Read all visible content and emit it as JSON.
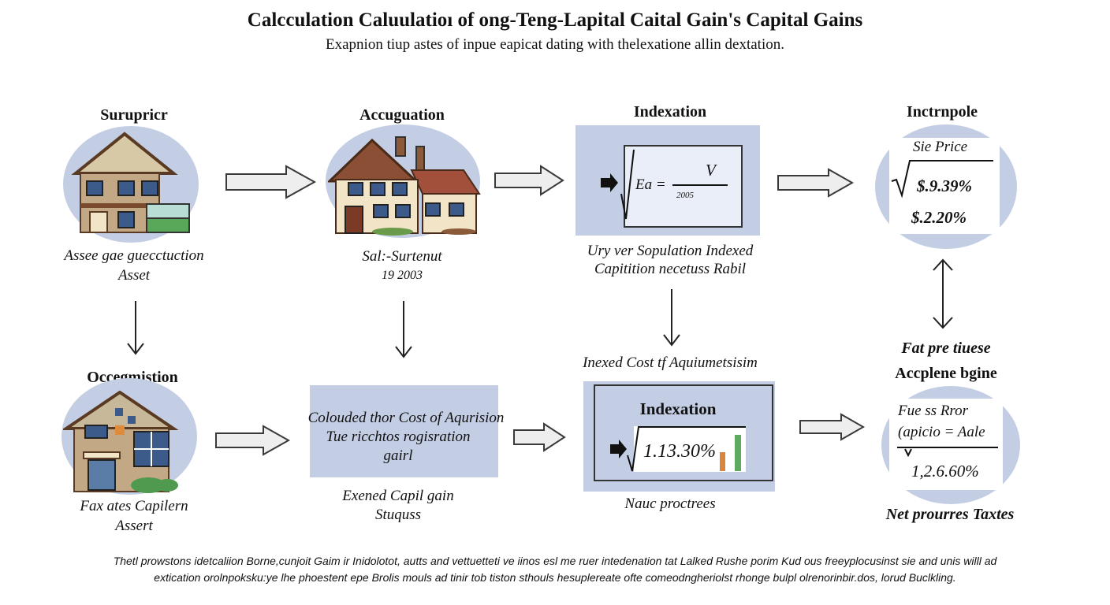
{
  "header": {
    "title": "Calcculation Caluulatioı of ong-Teng-Lapital Caital Gain's Capital Gains",
    "subtitle": "Exapnion tiup astes of inpue eapicat dating with thelexatione allin dextation."
  },
  "row1": {
    "n1": {
      "heading": "Surupricr",
      "caption1": "Assee gae guecctuction",
      "caption2": "Asset"
    },
    "n2": {
      "heading": "Accuguation",
      "caption1": "Sal:-Surtenut",
      "caption2": "19 2003"
    },
    "n3": {
      "heading": "Indexation",
      "formula_lhs": "Ea =",
      "formula_num": "V",
      "formula_den": "2005",
      "caption1": "Ury ver Sopulation Indexed",
      "caption2": "Capitition necetuss Rabil"
    },
    "n4": {
      "heading": "Inctrnpole",
      "card_title": "Sie Price",
      "value1": "$.9.39%",
      "value2": "$.2.20%"
    }
  },
  "row2": {
    "n1": {
      "heading": "Occegmistion",
      "caption1": "Fax ates Capilern",
      "caption2": "Assert"
    },
    "n2": {
      "box_line1": "Colouded thor Cost of Aqurision",
      "box_line2": "Tue ricchtos rogisration",
      "box_line3": "gairl",
      "caption1": "Exened Capil gain",
      "caption2": "Stuquss"
    },
    "n3": {
      "above": "Inexed Cost tf Aquiumetsisim",
      "panel_title": "Indexation",
      "value": "1.13.30%",
      "caption": "Nauc proctrees"
    },
    "n4": {
      "above1": "Fat pre tiuese",
      "above2": "Accplene bgine",
      "line1": "Fue ss Rror",
      "line2": "(apicio = Aale",
      "value": "1,2.6.60%",
      "caption": "Net prourres Taxtes"
    }
  },
  "footer": {
    "line1": "Thetl prowstons idetcaliion Borne,cunjoit Gaim ir Inidolotot, autts and vettuetteti ve iinos esl me ruer intedenation tat Lalked Rushe porim Kud ous freeyplocusinst sie and unis willl ad",
    "line2": "extication orolnpoksku:ye lhe phoestent epe Brolis mouls ad tinir tob tiston sthouls hesuplereate ofte comeodngheriolst rhonge bulpl olrenorinbir.dos, lorud Buclkling."
  },
  "colors": {
    "node_bg": "#c3cde3",
    "arrow_fill": "#eeeeee",
    "arrow_stroke": "#3a3a3a",
    "bar_orange": "#d9853b",
    "bar_green": "#5faa61"
  },
  "icons": [
    "house-icon",
    "right-arrow-icon",
    "down-arrow-icon",
    "double-arrow-icon",
    "bar-chart-icon",
    "pointer-arrow-icon"
  ]
}
